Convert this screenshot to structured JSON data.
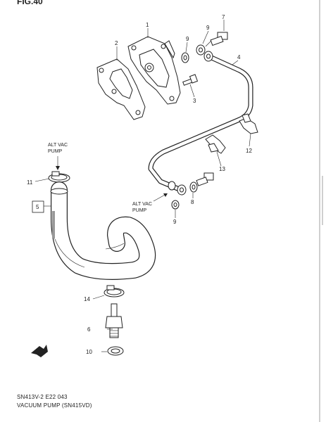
{
  "figure": {
    "title": "FIG.40"
  },
  "annotations": {
    "alt_vac_pump_upper": [
      "ALT VAC",
      "PUMP"
    ],
    "alt_vac_pump_right": [
      "ALT VAC",
      "PUMP"
    ]
  },
  "callouts": {
    "c1": "1",
    "c2": "2",
    "c3": "3",
    "c4": "4",
    "c5": "5",
    "c6": "6",
    "c7": "7",
    "c8": "8",
    "c9a": "9",
    "c9b": "9",
    "c9c": "9",
    "c10": "10",
    "c11": "11",
    "c12": "12",
    "c13": "13",
    "c14": "14"
  },
  "footer": {
    "code": "SN413V-2 E22 043",
    "caption": "VACUUM PUMP (SN415VD)"
  },
  "colors": {
    "line": "#222222",
    "background": "#ffffff"
  }
}
